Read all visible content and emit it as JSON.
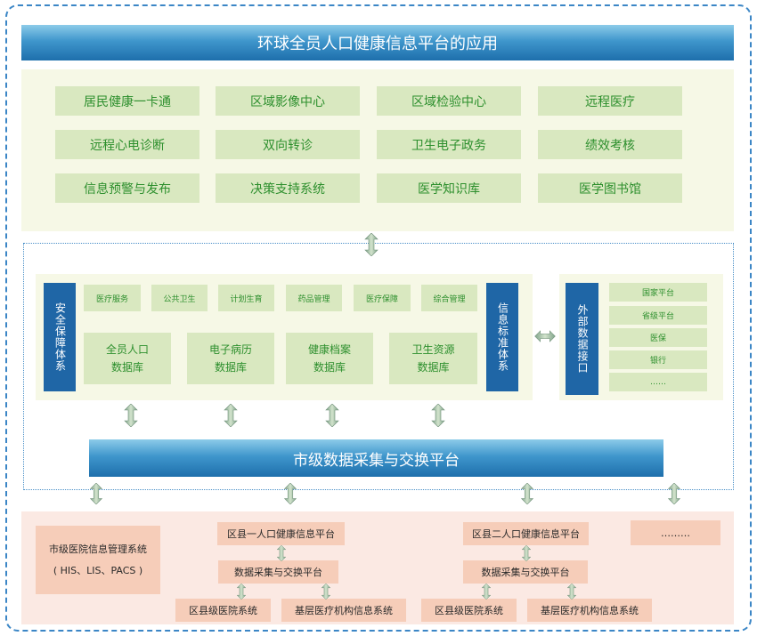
{
  "top_title": "环球全员人口健康信息平台的应用",
  "apps": [
    "居民健康一卡通",
    "区域影像中心",
    "区域检验中心",
    "远程医疗",
    "远程心电诊断",
    "双向转诊",
    "卫生电子政务",
    "绩效考核",
    "信息预警与发布",
    "决策支持系统",
    "医学知识库",
    "医学图书馆"
  ],
  "security": "安全保障体系",
  "info_standard": "信息标准体系",
  "business": [
    "医疗服务",
    "公共卫生",
    "计划生育",
    "药品管理",
    "医疗保障",
    "综合管理"
  ],
  "databases": [
    {
      "line1": "全员人口",
      "line2": "数据库"
    },
    {
      "line1": "电子病历",
      "line2": "数据库"
    },
    {
      "line1": "健康档案",
      "line2": "数据库"
    },
    {
      "line1": "卫生资源",
      "line2": "数据库"
    }
  ],
  "external_interface": "外部数据接口",
  "external_items": [
    "国家平台",
    "省级平台",
    "医保",
    "银行",
    "……"
  ],
  "exchange_platform": "市级数据采集与交换平台",
  "bottom": {
    "his_line1": "市级医院信息管理系统",
    "his_line2": "( HIS、LIS、PACS )",
    "county1_platform": "区县一人口健康信息平台",
    "county2_platform": "区县二人口健康信息平台",
    "exchange": "数据采集与交换平台",
    "county_hospital": "区县级医院系统",
    "grassroots": "基层医疗机构信息系统",
    "more": "………"
  },
  "colors": {
    "banner_blue": "#2a7db8",
    "bar_blue": "#1f66a6",
    "app_green_text": "#2d8f2d",
    "app_green_bg": "#d9e8c0",
    "panel_bg": "#f6f8e6",
    "bottom_bg": "#fbe9e3",
    "bottom_box": "#f6cdb9"
  }
}
